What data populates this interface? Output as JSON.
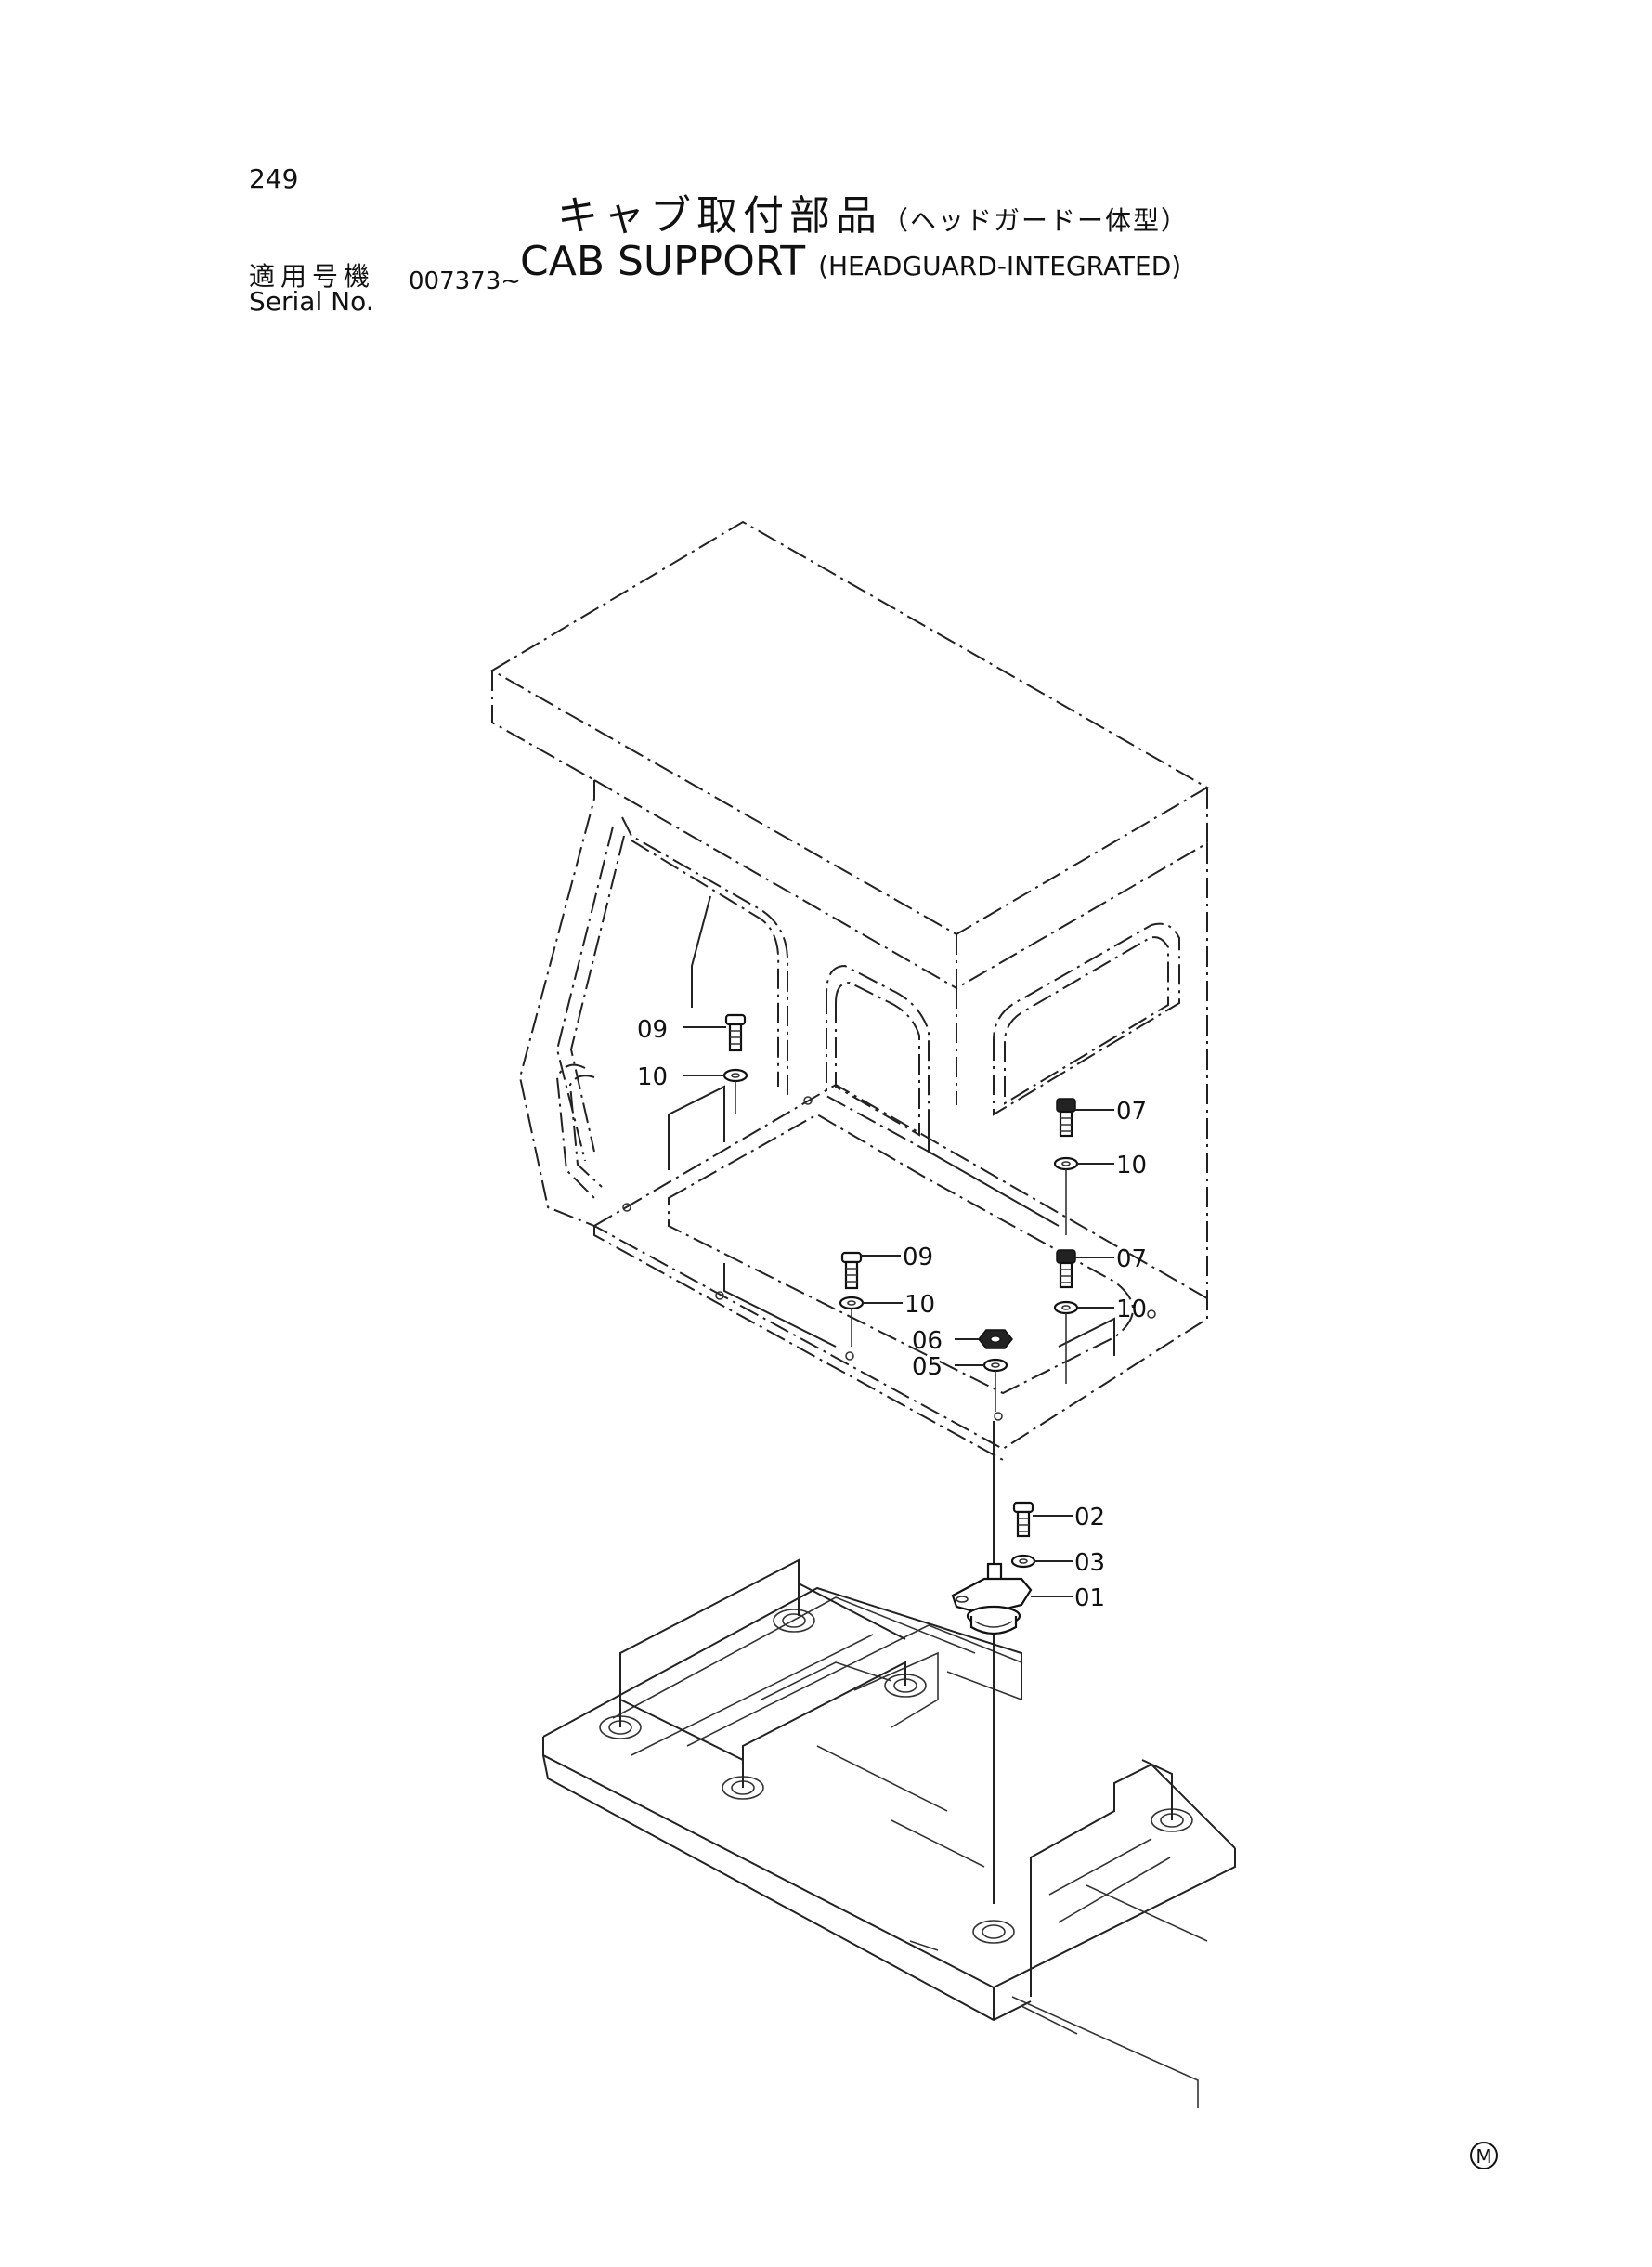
{
  "header": {
    "page_number": "249",
    "title_jp": "キャブ取付部品",
    "title_jp_sub": "（ヘッドガードー体型）",
    "title_en": "CAB SUPPORT",
    "title_en_sub": "(HEADGUARD-INTEGRATED)",
    "serial_label_jp": "適用号機",
    "serial_label_en": "Serial No.",
    "serial_value": "007373~"
  },
  "parts": {
    "p09_a": "09",
    "p10_a": "10",
    "p07_a": "07",
    "p10_b": "10",
    "p09_b": "09",
    "p07_b": "07",
    "p10_c": "10",
    "p10_d": "10",
    "p06": "06",
    "p05": "05",
    "p02": "02",
    "p03": "03",
    "p01": "01"
  },
  "footer": {
    "mark": "M"
  }
}
